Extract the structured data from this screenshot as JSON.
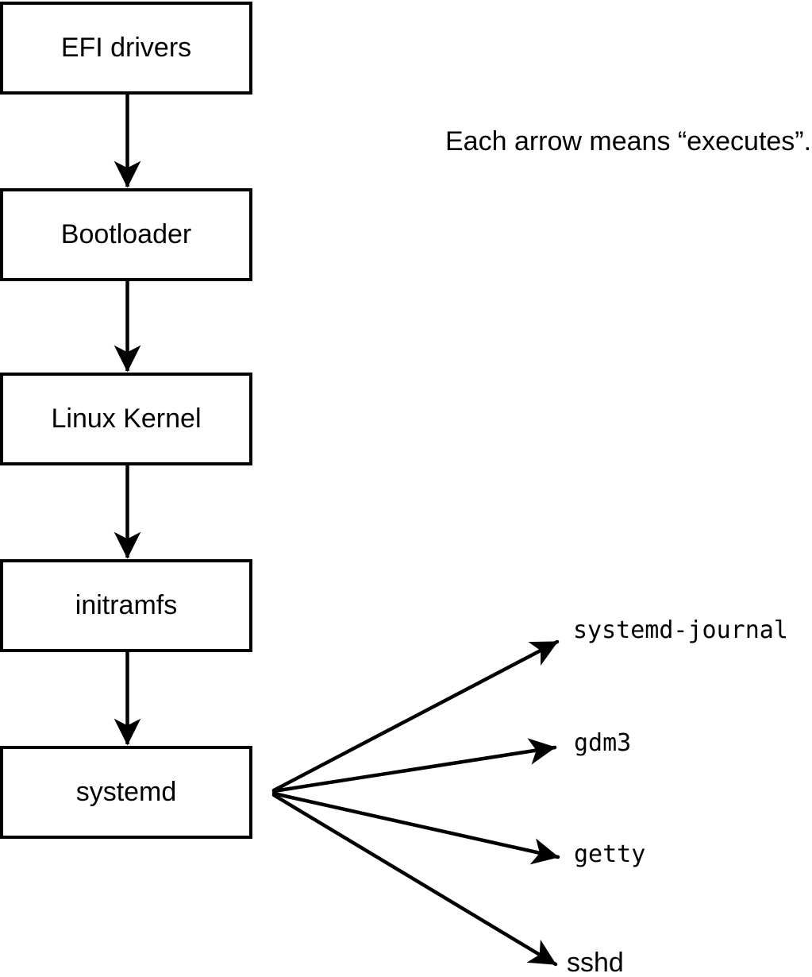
{
  "page": {
    "background_color": "#ffffff",
    "ink_color": "#000000"
  },
  "caption": {
    "text": "Each arrow means “executes”."
  },
  "flow": {
    "boxes": [
      {
        "id": "efi-drivers",
        "label": "EFI drivers"
      },
      {
        "id": "bootloader",
        "label": "Bootloader"
      },
      {
        "id": "linux-kernel",
        "label": "Linux Kernel"
      },
      {
        "id": "initramfs",
        "label": "initramfs"
      },
      {
        "id": "systemd",
        "label": "systemd"
      }
    ]
  },
  "spawned_processes": [
    {
      "label": "systemd-journal"
    },
    {
      "label": "gdm3"
    },
    {
      "label": "getty"
    },
    {
      "label": "sshd"
    }
  ]
}
